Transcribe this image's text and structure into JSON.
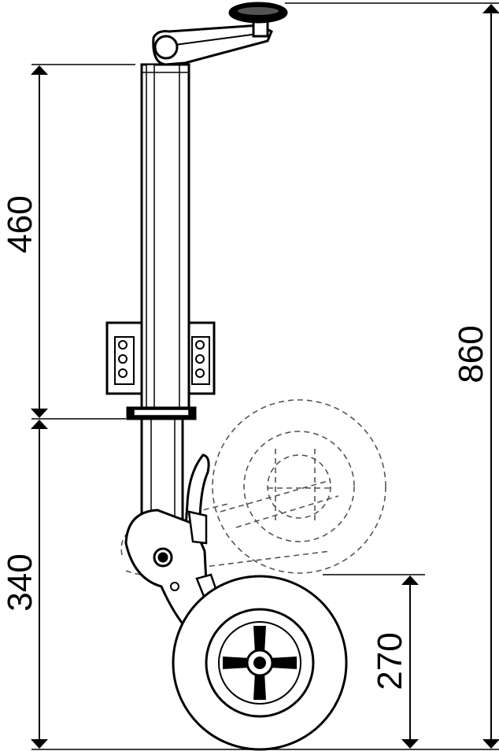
{
  "dimensions": {
    "upper_tube": "460",
    "lower_section": "340",
    "wheel_height": "270",
    "total_height": "860"
  },
  "colors": {
    "line": "#000000",
    "background": "#ffffff",
    "light_fill": "#eeeeee",
    "dashed": "#555555"
  }
}
